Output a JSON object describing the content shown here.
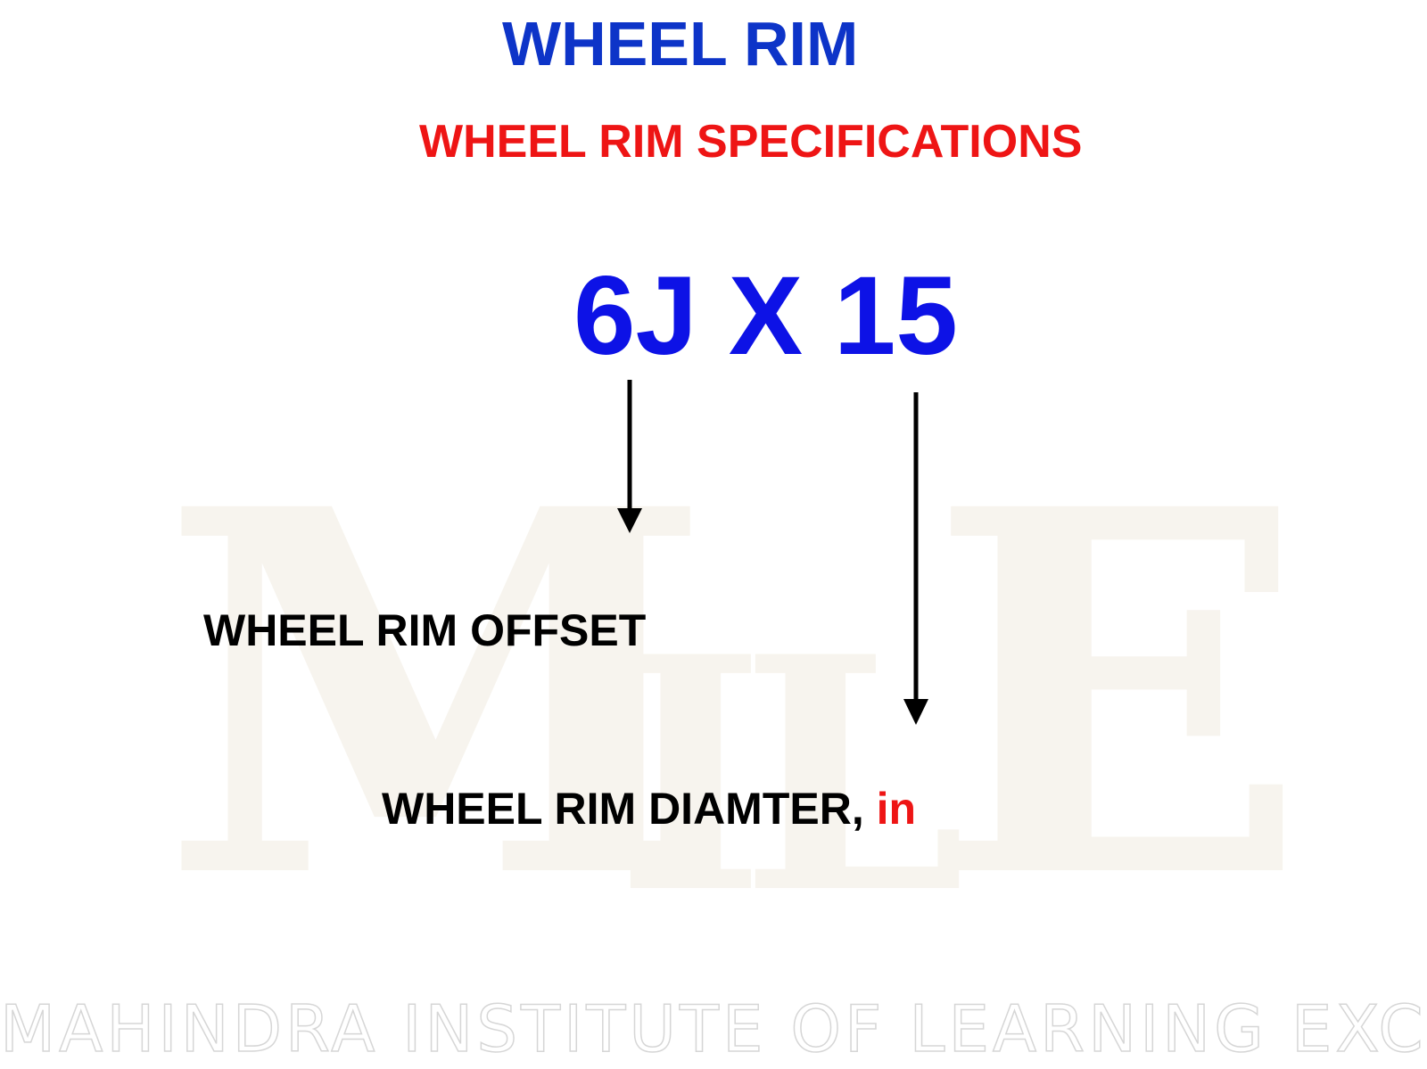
{
  "slide": {
    "title": "WHEEL RIM",
    "subtitle": "WHEEL RIM SPECIFICATIONS",
    "spec_code": "6J X 15",
    "labels": {
      "offset": "WHEEL RIM OFFSET",
      "diameter": "WHEEL RIM DIAMTER,",
      "diameter_unit": "in"
    }
  },
  "watermark": {
    "logo": "MILE",
    "footer": "MAHINDRA INSTITUTE OF LEARNING EXCELLENCE"
  },
  "colors": {
    "title": "#0d34c8",
    "subtitle": "#ee1515",
    "spec": "#0d12e6",
    "labels": "#000000",
    "unit": "#ee1515"
  }
}
